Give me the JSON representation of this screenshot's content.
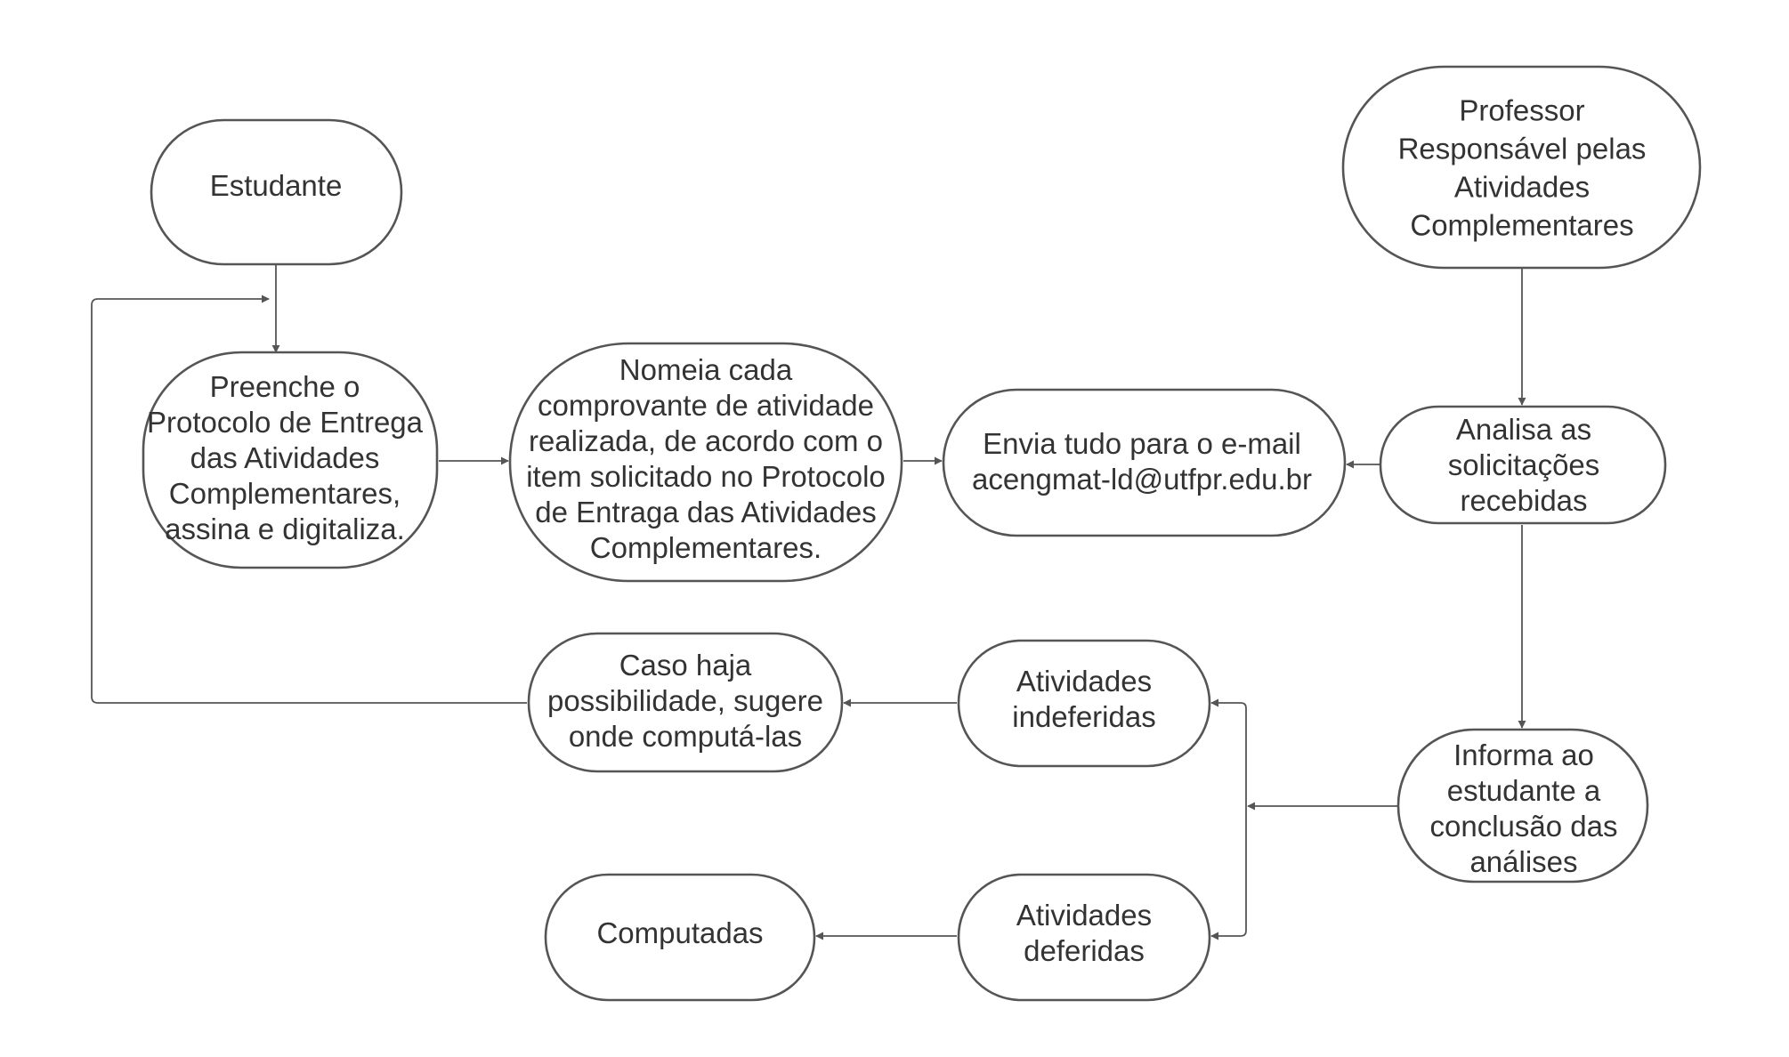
{
  "diagram": {
    "nodes": {
      "estudante": {
        "lines": [
          "Estudante"
        ]
      },
      "professor": {
        "lines": [
          "Professor",
          "Responsável pelas",
          "Atividades",
          "Complementares"
        ]
      },
      "preenche": {
        "lines": [
          "Preenche o",
          "Protocolo de Entrega",
          "das Atividades",
          "Complementares,",
          "assina e digitaliza."
        ]
      },
      "nomeia": {
        "lines": [
          "Nomeia cada",
          "comprovante de atividade",
          "realizada, de acordo com o",
          "item solicitado no Protocolo",
          "de Entraga das Atividades",
          "Complementares."
        ]
      },
      "envia": {
        "lines": [
          "Envia tudo para o e-mail",
          "acengmat-ld@utfpr.edu.br"
        ]
      },
      "analisa": {
        "lines": [
          "Analisa as",
          "solicitações",
          "recebidas"
        ]
      },
      "informa": {
        "lines": [
          "Informa ao",
          "estudante a",
          "conclusão das",
          "análises"
        ]
      },
      "indeferidas": {
        "lines": [
          "Atividades",
          "indeferidas"
        ]
      },
      "caso": {
        "lines": [
          "Caso haja",
          "possibilidade, sugere",
          "onde computá-las"
        ]
      },
      "deferidas": {
        "lines": [
          "Atividades",
          "deferidas"
        ]
      },
      "computadas": {
        "lines": [
          "Computadas"
        ]
      }
    }
  }
}
